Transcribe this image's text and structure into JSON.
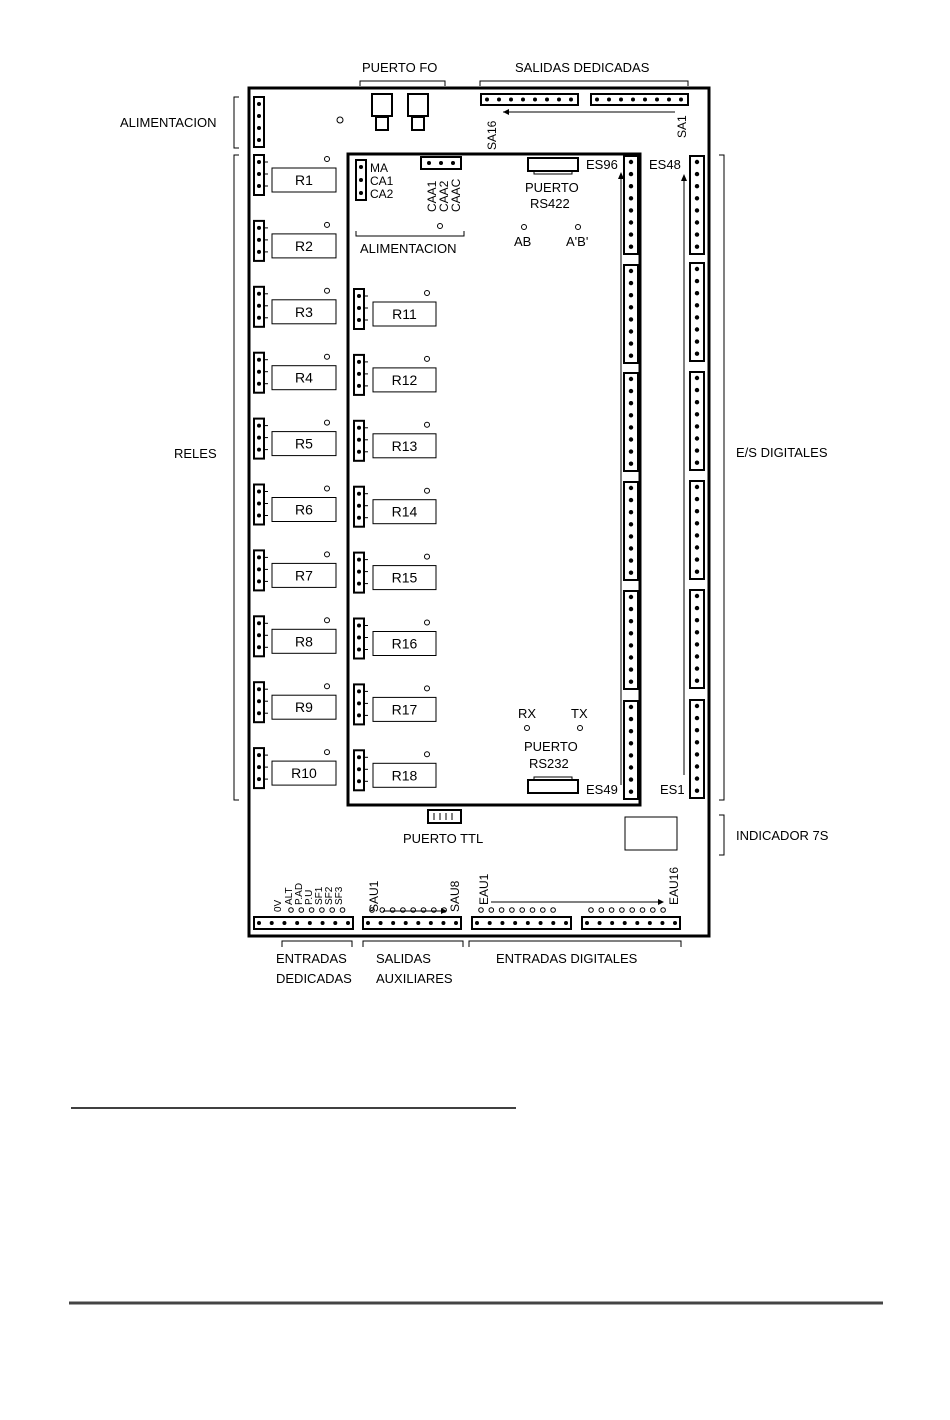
{
  "labels": {
    "puerto_fo": "PUERTO FO",
    "salidas_dedicadas": "SALIDAS DEDICADAS",
    "alimentacion_left": "ALIMENTACION",
    "sa16": "SA16",
    "sa1": "SA1",
    "ma": "MA",
    "ca1": "CA1",
    "ca2": "CA2",
    "caa1": "CAA1",
    "caa2": "CAA2",
    "caac": "CAAC",
    "alimentacion_inner": "ALIMENTACION",
    "puerto_rs422_line1": "PUERTO",
    "puerto_rs422_line2": "RS422",
    "ab": "AB",
    "ab_prime": "A'B'",
    "es96": "ES96",
    "es48": "ES48",
    "es49": "ES49",
    "es1": "ES1",
    "reles": "RELES",
    "es_digitales": "E/S DIGITALES",
    "rx": "RX",
    "tx": "TX",
    "puerto_rs232_line1": "PUERTO",
    "puerto_rs232_line2": "RS232",
    "puerto_ttl": "PUERTO TTL",
    "indicador_7s": "INDICADOR 7S",
    "dedicated_in_0v": "0V",
    "dedicated_in_alt": "ALT",
    "dedicated_in_pd": "P.AD",
    "dedicated_in_pu": "P.U",
    "dedicated_in_sf1": "SF1",
    "dedicated_in_sf2": "SF2",
    "dedicated_in_sf3": "SF3",
    "sau1": "SAU1",
    "sau8": "SAU8",
    "eau1": "EAU1",
    "eau16": "EAU16",
    "entradas_dedicadas_line1": "ENTRADAS",
    "entradas_dedicadas_line2": "DEDICADAS",
    "salidas_auxiliares_line1": "SALIDAS",
    "salidas_auxiliares_line2": "AUXILIARES",
    "entradas_digitales": "ENTRADAS DIGITALES"
  },
  "relays_left": [
    "R1",
    "R2",
    "R3",
    "R4",
    "R5",
    "R6",
    "R7",
    "R8",
    "R9",
    "R10"
  ],
  "relays_inner": [
    "R11",
    "R12",
    "R13",
    "R14",
    "R15",
    "R16",
    "R17",
    "R18"
  ]
}
